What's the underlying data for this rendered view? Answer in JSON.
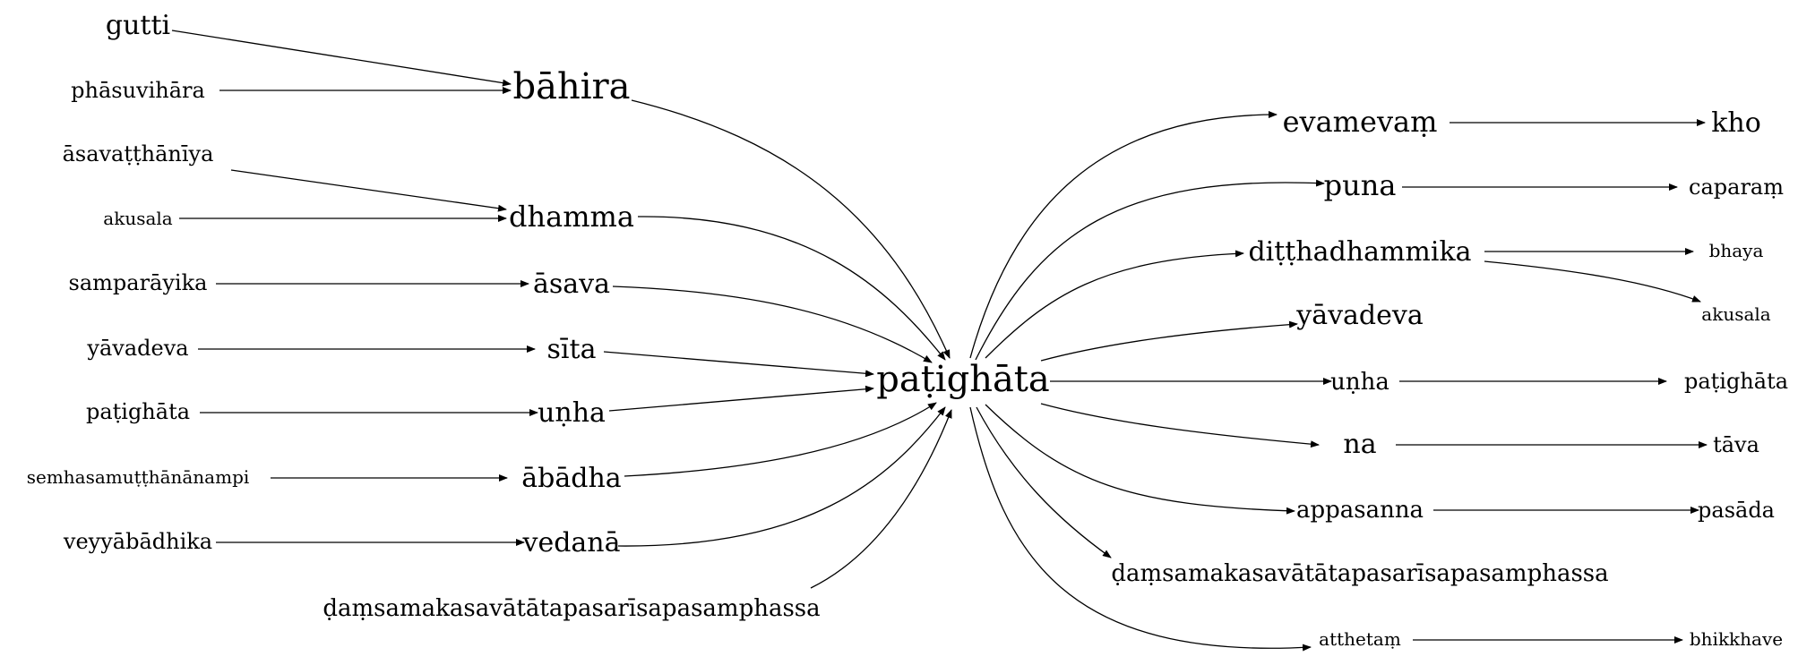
{
  "colors": {
    "stroke": "#000000",
    "text": "#000000",
    "background": "#ffffff"
  },
  "nodes": [
    {
      "id": "center",
      "label": "paṭighāta"
    },
    {
      "id": "l_gutti",
      "label": "gutti"
    },
    {
      "id": "l_phasu",
      "label": "phāsuvihāra"
    },
    {
      "id": "l_bahira",
      "label": "bāhira"
    },
    {
      "id": "l_asavat",
      "label": "āsavaṭṭhānīya"
    },
    {
      "id": "l_akusala",
      "label": "akusala"
    },
    {
      "id": "l_dhamma",
      "label": "dhamma"
    },
    {
      "id": "l_sampar",
      "label": "samparāyika"
    },
    {
      "id": "l_asava",
      "label": "āsava"
    },
    {
      "id": "l_yavadeva",
      "label": "yāvadeva"
    },
    {
      "id": "l_sita",
      "label": "sīta"
    },
    {
      "id": "l_patighata",
      "label": "paṭighāta"
    },
    {
      "id": "l_unha",
      "label": "uṇha"
    },
    {
      "id": "l_semha",
      "label": "semhasamuṭṭhānānampi"
    },
    {
      "id": "l_abadha",
      "label": "ābādha"
    },
    {
      "id": "l_veyya",
      "label": "veyyābādhika"
    },
    {
      "id": "l_vedana",
      "label": "vedanā"
    },
    {
      "id": "l_damsa",
      "label": "ḍaṃsamakasavātātapasarīsapasamphassa"
    },
    {
      "id": "r_evamevam",
      "label": "evamevaṃ"
    },
    {
      "id": "r_kho",
      "label": "kho"
    },
    {
      "id": "r_puna",
      "label": "puna"
    },
    {
      "id": "r_caparam",
      "label": "caparaṃ"
    },
    {
      "id": "r_ditth",
      "label": "diṭṭhadhammika"
    },
    {
      "id": "r_bhaya",
      "label": "bhaya"
    },
    {
      "id": "r_akusala",
      "label": "akusala"
    },
    {
      "id": "r_yavadeva",
      "label": "yāvadeva"
    },
    {
      "id": "r_unha",
      "label": "uṇha"
    },
    {
      "id": "r_patighata",
      "label": "paṭighāta"
    },
    {
      "id": "r_na",
      "label": "na"
    },
    {
      "id": "r_tava",
      "label": "tāva"
    },
    {
      "id": "r_appasanna",
      "label": "appasanna"
    },
    {
      "id": "r_pasada",
      "label": "pasāda"
    },
    {
      "id": "r_damsa",
      "label": "ḍaṃsamakasavātātapasarīsapasamphassa"
    },
    {
      "id": "r_atthetam",
      "label": "atthetaṃ"
    },
    {
      "id": "r_bhikkhave",
      "label": "bhikkhave"
    }
  ]
}
